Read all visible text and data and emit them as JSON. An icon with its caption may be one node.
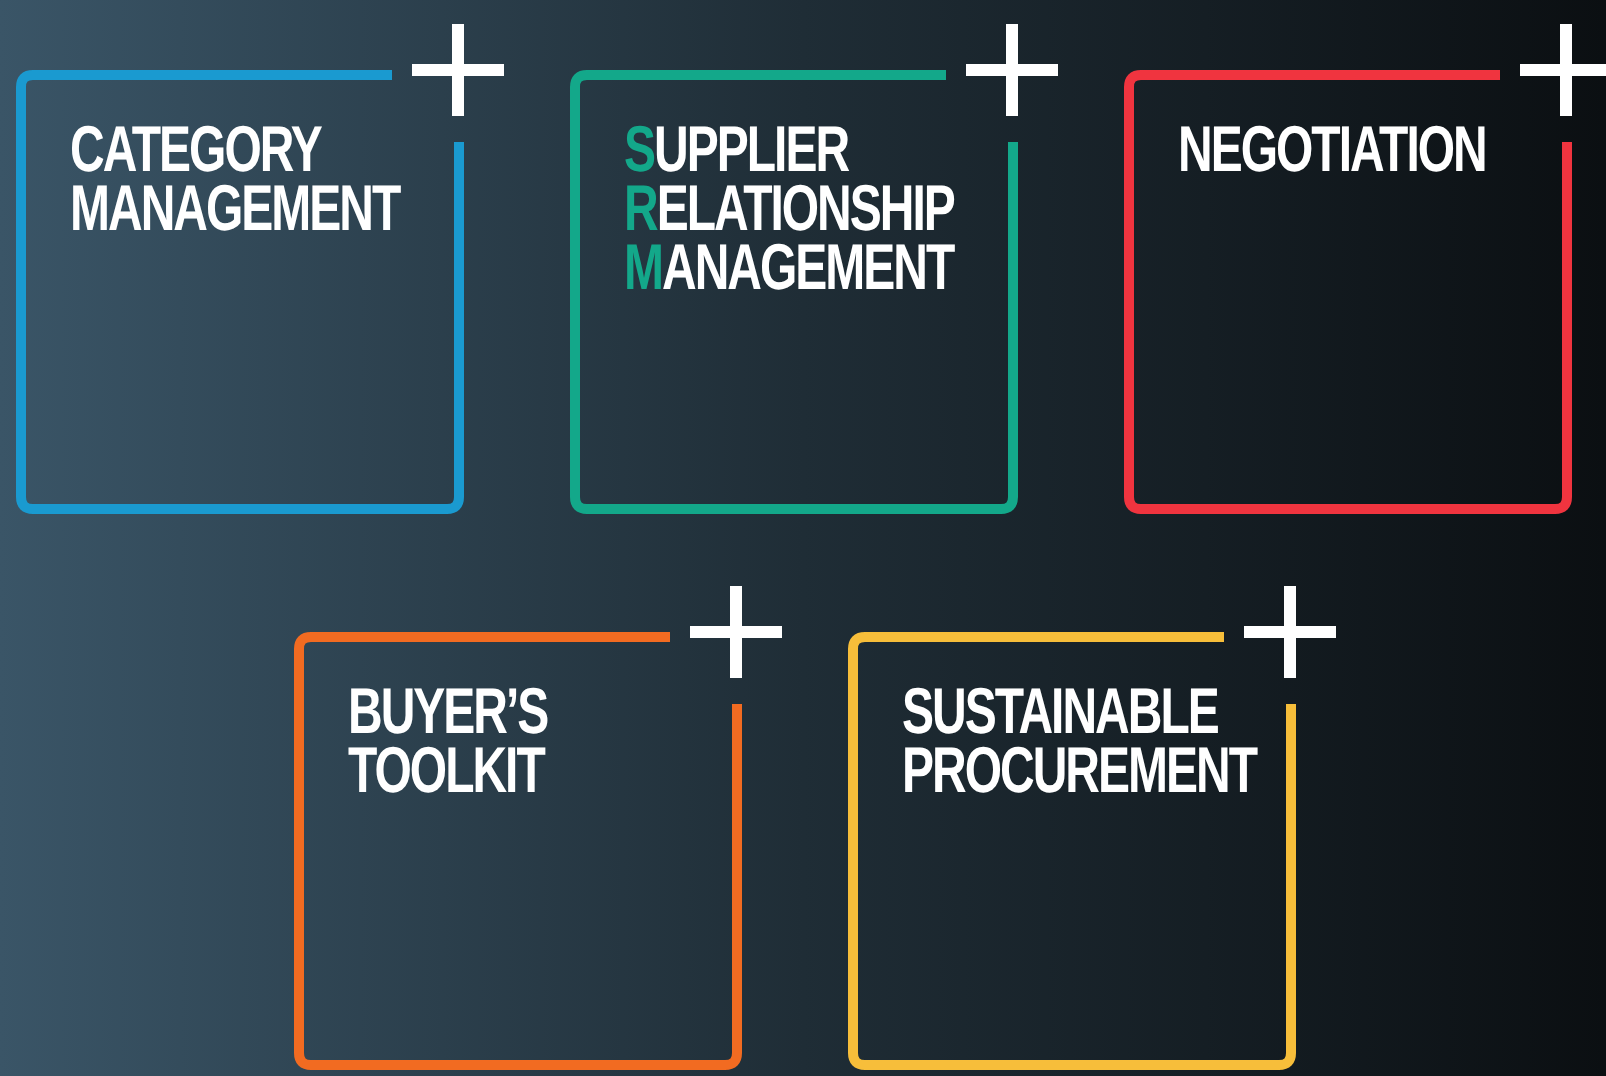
{
  "diagram": {
    "nodes": [
      {
        "text": [
          "CATEGORY MANAGEMENT"
        ]
      },
      {
        "text": [
          "SUPPLIER RELATIONSHIP MANAGEMENT"
        ]
      },
      {
        "text": [
          "NEGOTIATION"
        ]
      },
      {
        "text": [
          "BUYER’S TOOLKIT"
        ]
      },
      {
        "text": [
          "SUSTAINABLE PROCUREMENT"
        ]
      }
    ]
  }
}
